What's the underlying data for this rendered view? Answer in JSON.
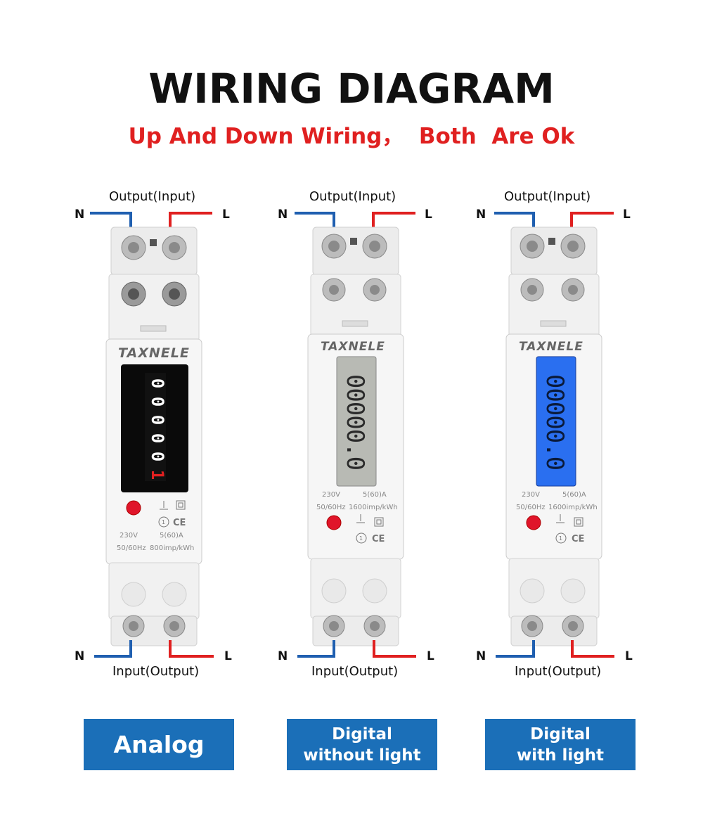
{
  "header": {
    "title": "WIRING DIAGRAM",
    "subtitle": "Up And Down Wiring，  Both  Are Ok"
  },
  "colors": {
    "neutral_wire": "#1f5fb0",
    "live_wire": "#e02020",
    "accent_blue": "#1b6fb8",
    "backlight_blue": "#2a6ff0"
  },
  "meters": [
    {
      "top_label": "Output(Input)",
      "bottom_label": "Input(Output)",
      "n": "N",
      "l": "L",
      "brand": "TAXNELE",
      "display_type": "mechanical-counter",
      "reading_digits": [
        "0",
        "0",
        "0",
        "0",
        "0",
        "1"
      ],
      "spec_voltage": "230V",
      "spec_current": "5(60)A",
      "spec_freq": "50/60Hz",
      "spec_imp": "800imp/kWh",
      "button_label": "Analog"
    },
    {
      "top_label": "Output(Input)",
      "bottom_label": "Input(Output)",
      "n": "N",
      "l": "L",
      "brand": "TAXNELE",
      "display_type": "lcd",
      "reading": "00000.0",
      "spec_voltage": "230V",
      "spec_current": "5(60)A",
      "spec_freq": "50/60Hz",
      "spec_imp": "1600imp/kWh",
      "button_line1": "Digital",
      "button_line2": "without light"
    },
    {
      "top_label": "Output(Input)",
      "bottom_label": "Input(Output)",
      "n": "N",
      "l": "L",
      "brand": "TAXNELE",
      "display_type": "lcd-backlit",
      "reading": "00000.0",
      "spec_voltage": "230V",
      "spec_current": "5(60)A",
      "spec_freq": "50/60Hz",
      "spec_imp": "1600imp/kWh",
      "button_line1": "Digital",
      "button_line2": "with light"
    }
  ]
}
